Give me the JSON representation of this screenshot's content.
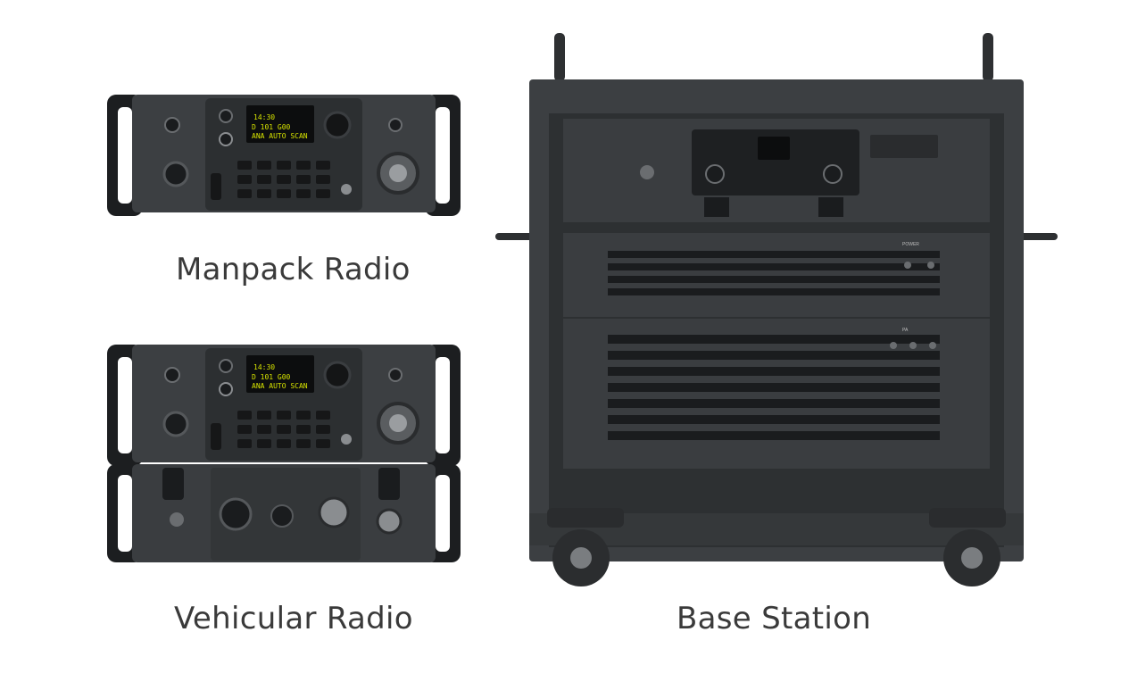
{
  "captions": {
    "manpack": "Manpack Radio",
    "vehicular": "Vehicular Radio",
    "base": "Base Station"
  },
  "display": {
    "line1": "D 101 G00",
    "line2": "ANA AUTO SCAN",
    "status": "14:30"
  },
  "panel_labels": {
    "power": "POWER",
    "pa": "PA"
  },
  "icons": {
    "manpack": "manpack-radio-image",
    "vehicular": "vehicular-radio-image",
    "base": "base-station-image"
  },
  "colors": {
    "background": "#ffffff",
    "caption": "#3a3a3a",
    "device_body": "#3c3f42",
    "device_dark": "#1e2022",
    "lcd_text": "#d6e300"
  }
}
